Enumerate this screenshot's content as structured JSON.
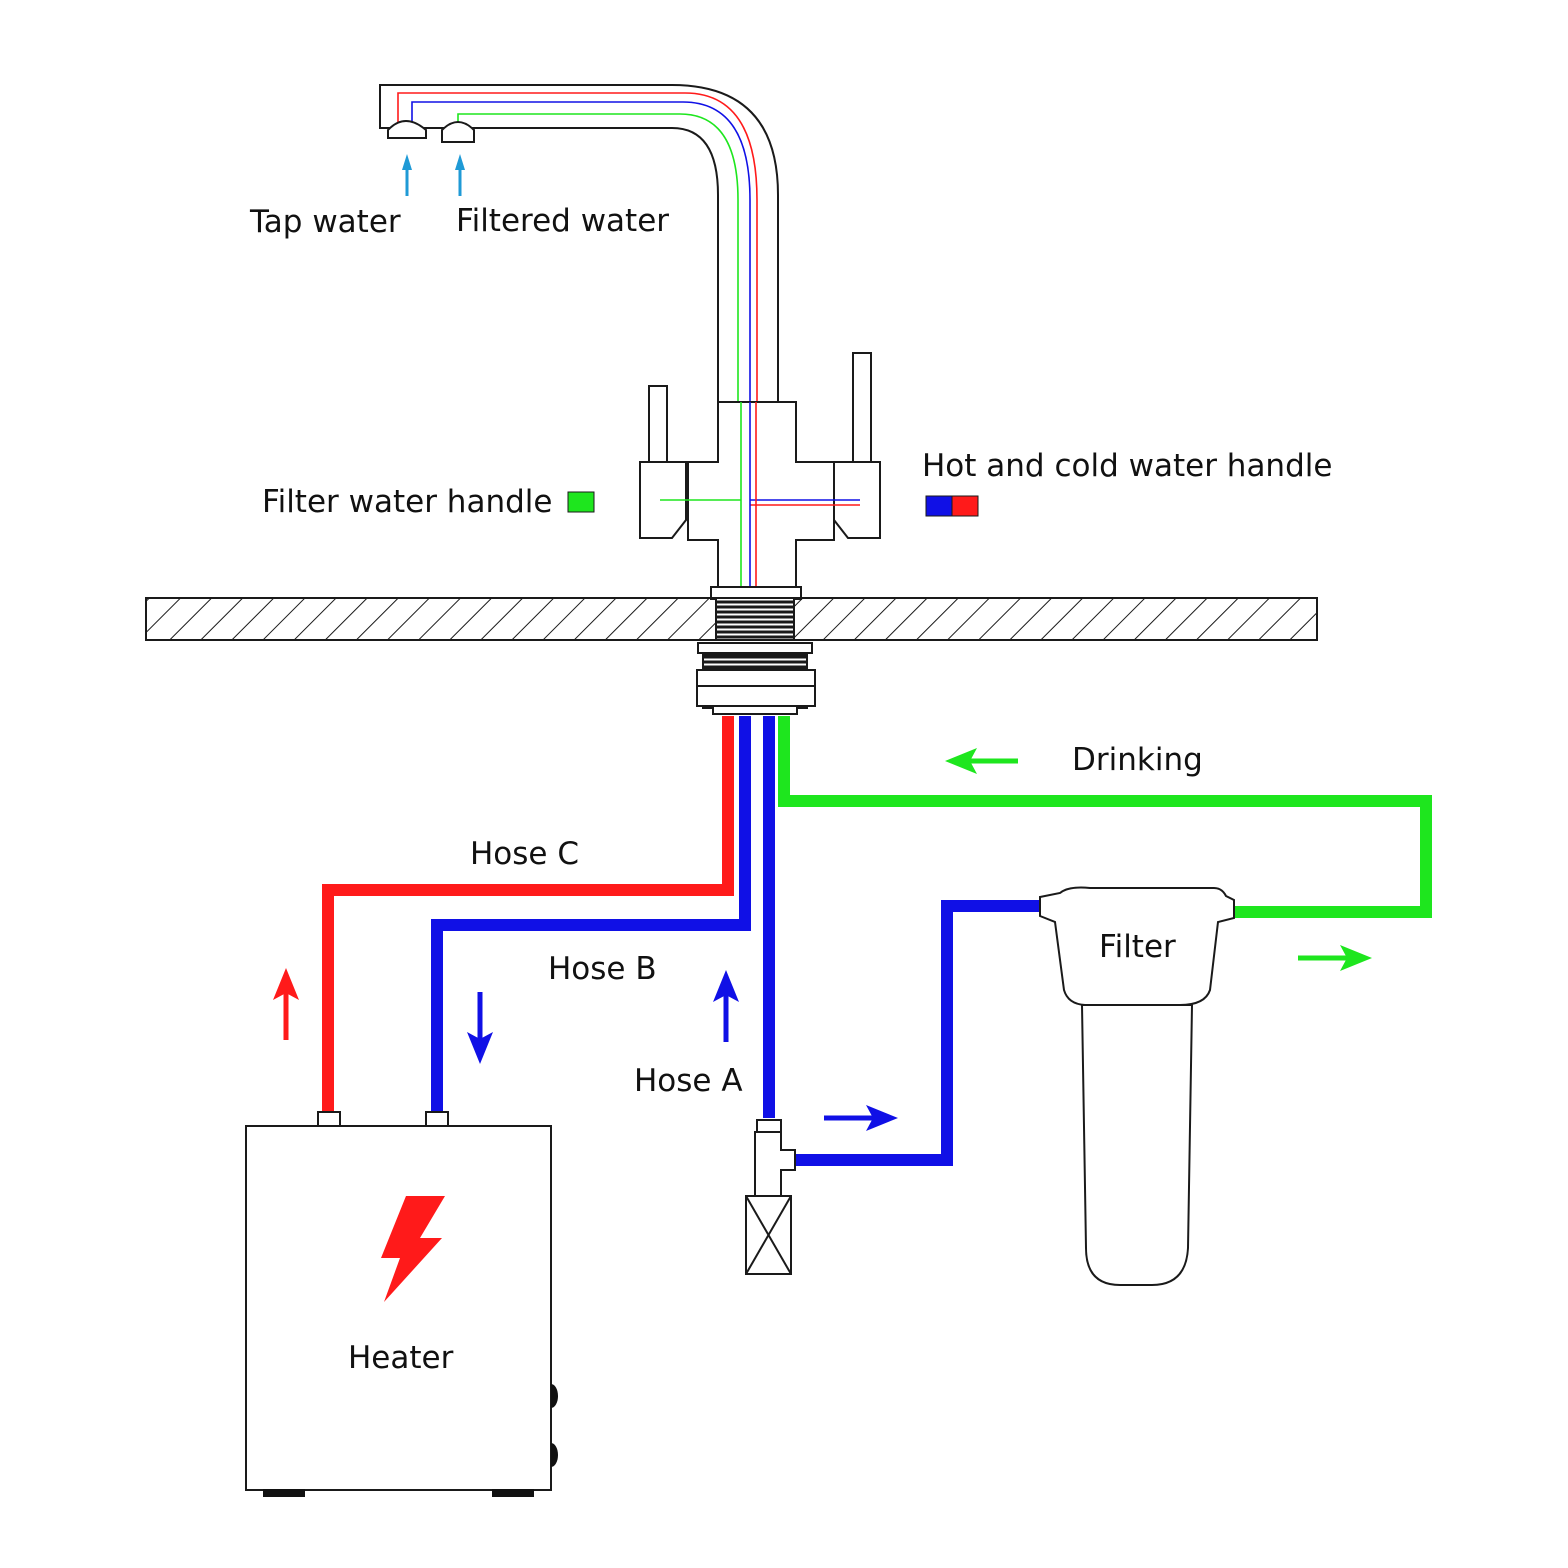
{
  "labels": {
    "tap_water": "Tap water",
    "filtered_water": "Filtered water",
    "filter_water_handle": "Filter water handle",
    "hot_cold_handle": "Hot and cold water handle",
    "drinking": "Drinking",
    "hose_c": "Hose C",
    "hose_b": "Hose B",
    "hose_a": "Hose A",
    "filter": "Filter",
    "heater": "Heater"
  },
  "colors": {
    "hot": "#ff1a1a",
    "cold": "#1010e6",
    "filtered": "#1ee61e",
    "tap_arrow": "#1f9ad6",
    "outline": "#1a1a1a"
  },
  "icons": {
    "heater": "lightning-bolt-icon",
    "shutoff_valve": "valve-x-icon"
  }
}
